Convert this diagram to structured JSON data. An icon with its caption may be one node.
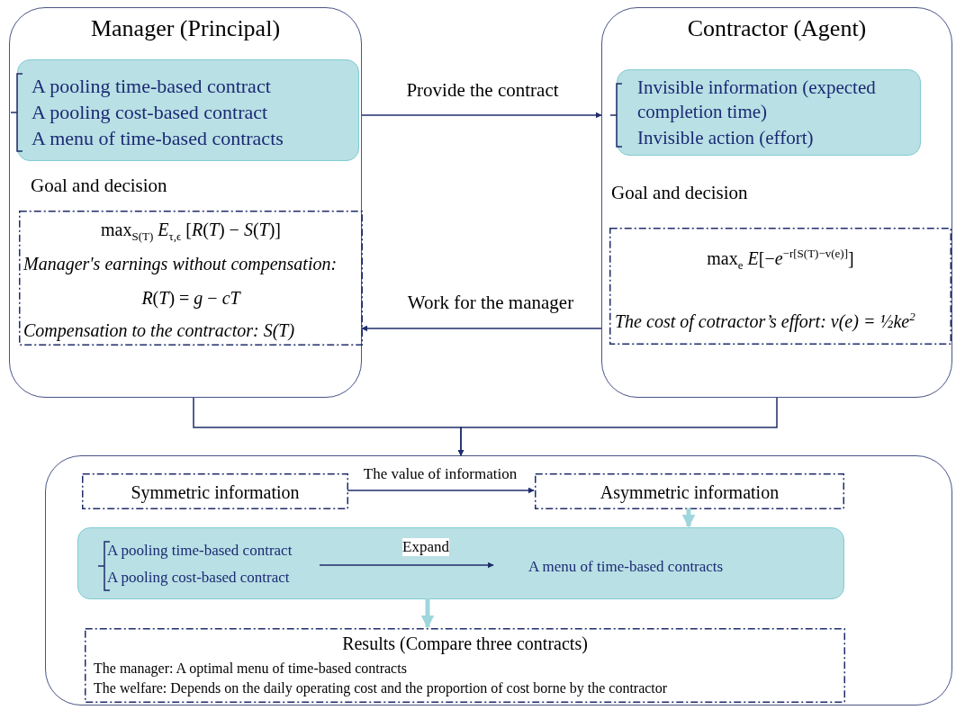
{
  "diagram": {
    "nodes": [
      {
        "text": [
          "Manager (Principal)",
          "Goal and decision"
        ]
      },
      {
        "text": [
          "A pooling time-based contract",
          "A pooling cost-based contract",
          "A menu of time-based contracts"
        ],
        "in": 0
      },
      {
        "text": [
          "max$_{S(T)}$ *E*$_{τ,ϵ}$ [*R*(*T*) − *S*(*T*)]",
          "Manager's earnings without compensation:",
          "*R*(*T*) = *g* − *cT*",
          "Compensation to the contractor: S(T)"
        ],
        "in": 0
      },
      {
        "text": [
          "Contractor (Agent)",
          "Goal and decision"
        ]
      },
      {
        "text": [
          "Invisible information (expected completion time)",
          "Invisible action (effort)"
        ],
        "in": 3
      },
      {
        "text": [
          "max$_{e}$ *E*[−*e*$^{−r[S(T)−v(e)]}$]",
          "The cost of cotractor’s effort: v(e) = ½ke$^{2}$"
        ],
        "in": 3
      },
      {
        "text": [],
        "shape": "box"
      },
      {
        "text": [
          "Symmetric information"
        ],
        "in": 6
      },
      {
        "text": [
          "Asymmetric information"
        ],
        "in": 6
      },
      {
        "text": [],
        "shape": "box",
        "in": 6
      },
      {
        "text": [
          "A pooling time-based contract",
          "A pooling cost-based contract"
        ],
        "in": 9
      },
      {
        "text": [
          "A menu of time-based contracts"
        ],
        "in": 9
      },
      {
        "text": [
          "Results (Compare  three contracts)",
          "The manager: A optimal menu of time-based contracts",
          "The welfare: Depends on the daily operating cost and the proportion of cost borne by the contractor"
        ],
        "in": 6
      }
    ],
    "edges": [
      {
        "from": 0,
        "to": 3,
        "arrow": "to",
        "label": "Provide the contract"
      },
      {
        "from": 3,
        "to": 0,
        "arrow": "to",
        "label": "Work for the manager"
      },
      {
        "from": 0,
        "to": 6,
        "arrow": "to"
      },
      {
        "from": 3,
        "to": 6,
        "arrow": "to"
      },
      {
        "from": 7,
        "to": 8,
        "arrow": "to",
        "label": "The value of information"
      },
      {
        "from": 8,
        "to": 9,
        "arrow": "to",
        "style": "thick",
        "color": "#9fd6dc"
      },
      {
        "from": 10,
        "to": 11,
        "arrow": "to",
        "label": "Expand"
      },
      {
        "from": 9,
        "to": 12,
        "arrow": "to",
        "style": "thick",
        "color": "#9fd6dc"
      }
    ]
  }
}
